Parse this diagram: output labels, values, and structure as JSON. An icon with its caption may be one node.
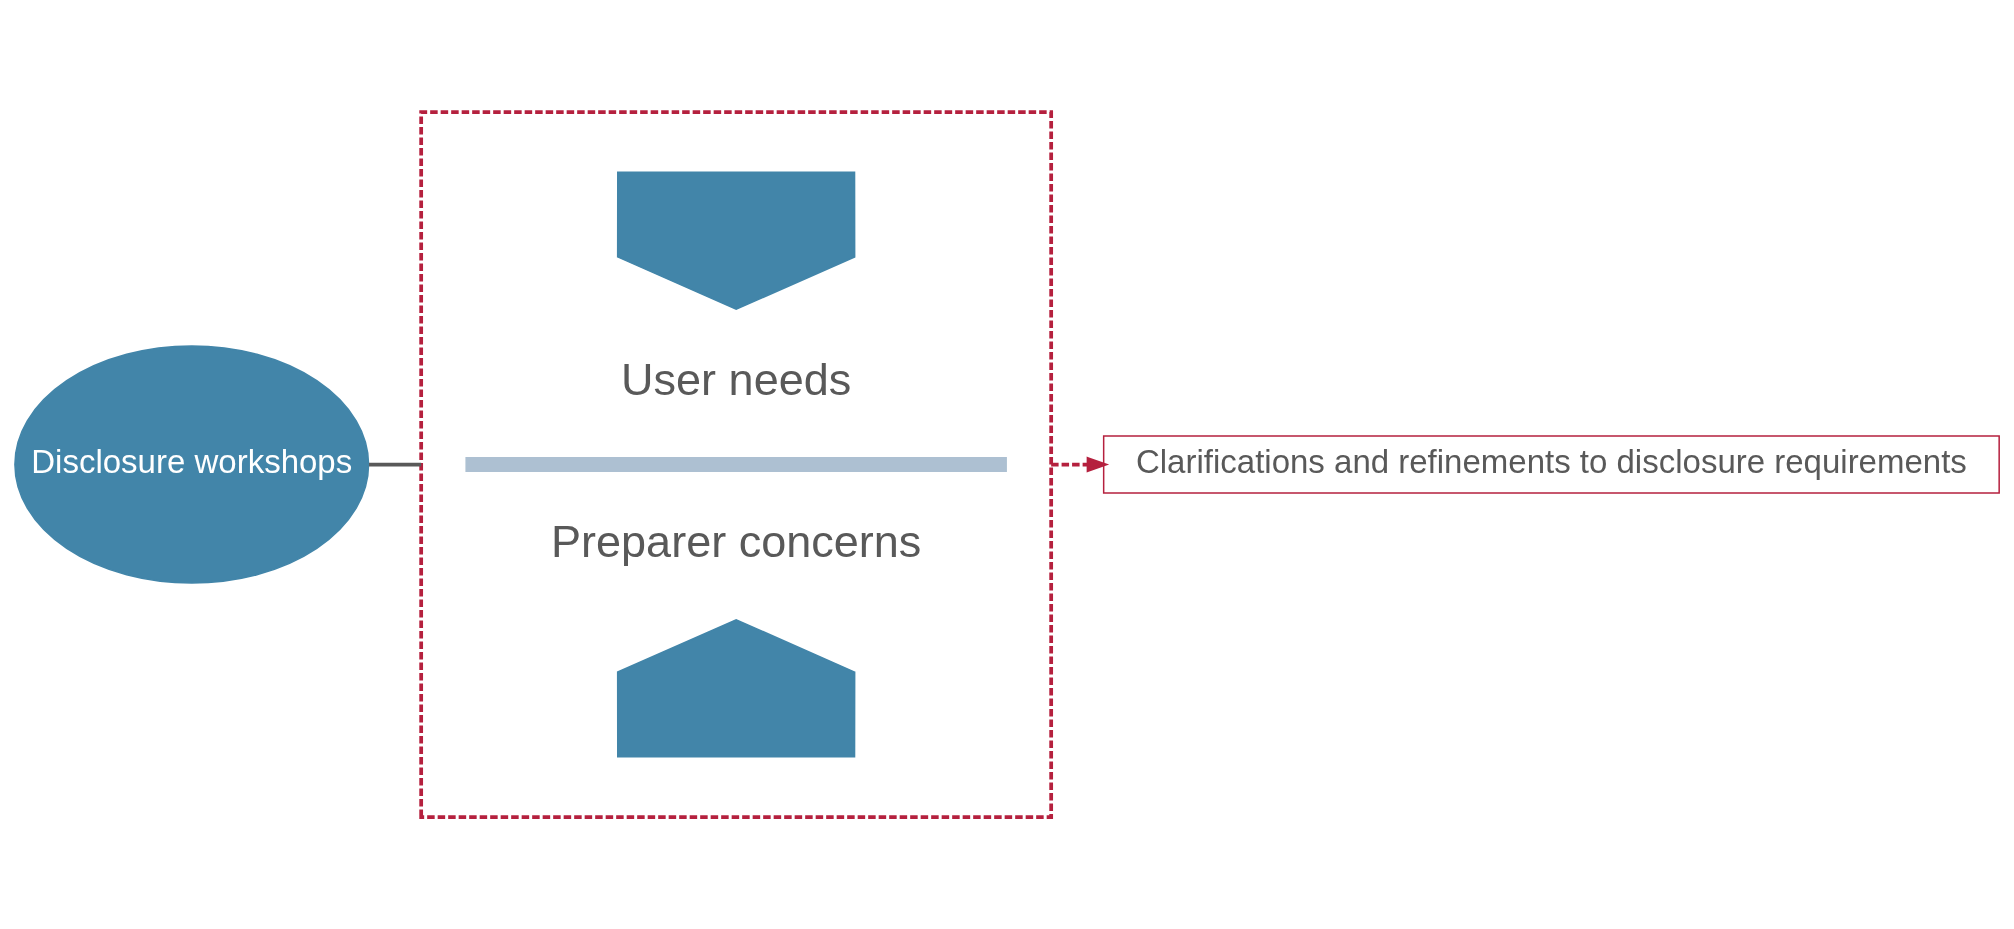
{
  "diagram": {
    "nodes": [
      {
        "text": [
          "Disclosure workshops"
        ]
      },
      {
        "text": [],
        "shape": "box"
      },
      {
        "text": [],
        "shape": "arrow",
        "in": 1
      },
      {
        "text": [
          "User needs"
        ],
        "in": 1
      },
      {
        "text": [],
        "shape": "bar",
        "in": 1
      },
      {
        "text": [
          "Preparer concerns"
        ],
        "in": 1
      },
      {
        "text": [],
        "shape": "arrow",
        "in": 1
      },
      {
        "text": [
          "Clarifications and refinements to disclosure requirements"
        ]
      }
    ],
    "edges": [
      {
        "from": 0,
        "to": 1,
        "arrow": "none"
      },
      {
        "from": 1,
        "to": 7,
        "arrow": "to",
        "style": "dashed",
        "color": "#b5203e"
      }
    ]
  }
}
